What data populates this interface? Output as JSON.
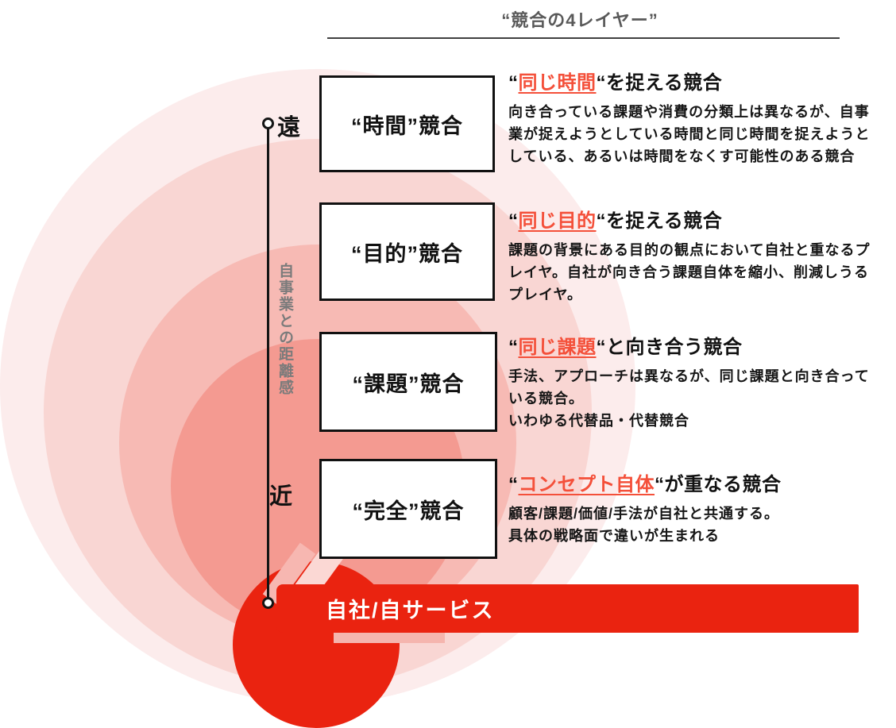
{
  "title": "“競合の4レイヤー”",
  "axis": {
    "far_label": "遠",
    "near_label": "近",
    "distance_label": "自事業との距離感"
  },
  "layers": [
    {
      "box_label": "“時間”競合",
      "heading_prefix": "“",
      "heading_accent": "同じ時間",
      "heading_rest": "“を捉える競合",
      "body": "向き合っている課題や消費の分類上は異なるが、自事業が捉えようとしている時間と同じ時間を捉えようとしている、あるいは時間をなくす可能性のある競合"
    },
    {
      "box_label": "“目的”競合",
      "heading_prefix": "“",
      "heading_accent": "同じ目的",
      "heading_rest": "“を捉える競合",
      "body": "課題の背景にある目的の観点において自社と重なるプレイヤ。自社が向き合う課題自体を縮小、削減しうるプレイヤ。"
    },
    {
      "box_label": "“課題”競合",
      "heading_prefix": "“",
      "heading_accent": "同じ課題",
      "heading_rest": "“と向き合う競合",
      "body": "手法、アプローチは異なるが、同じ課題と向き合っている競合。\nいわゆる代替品・代替競合"
    },
    {
      "box_label": "“完全”競合",
      "heading_prefix": "“",
      "heading_accent": "コンセプト自体",
      "heading_rest": "“が重なる競合",
      "body": "顧客/課題/価値/手法が自社と共通する。\n具体の戦略面で違いが生まれる"
    }
  ],
  "banner": {
    "label": "自社/自サービス"
  },
  "colors": {
    "accent_red": "#f4503a",
    "banner_red": "#ea2310",
    "ring1": "#fcecec",
    "ring2": "#f9d6d3",
    "ring3": "#f7bab4",
    "ring4": "#f49a91",
    "title_gray": "#595959",
    "axis_gray": "#7b7b7b"
  }
}
